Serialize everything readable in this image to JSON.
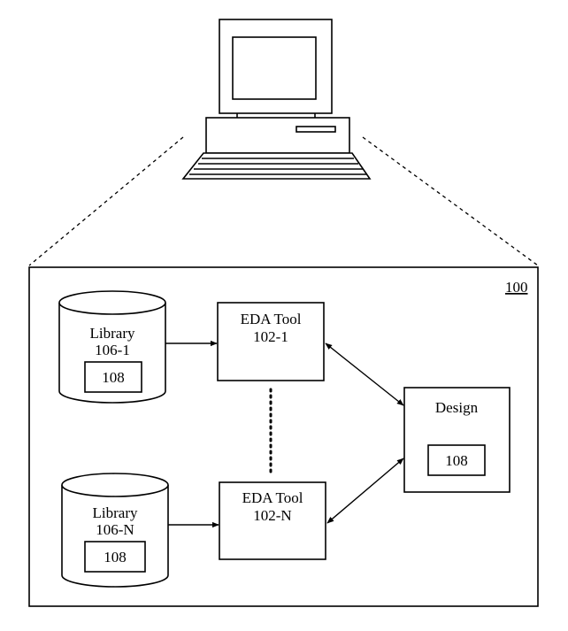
{
  "figure": {
    "system_ref": "100",
    "libraries": [
      {
        "name": "Library",
        "id": "106-1",
        "content": "108"
      },
      {
        "name": "Library",
        "id": "106-N",
        "content": "108"
      }
    ],
    "tools": [
      {
        "name": "EDA Tool",
        "id": "102-1"
      },
      {
        "name": "EDA Tool",
        "id": "102-N"
      }
    ],
    "design": {
      "label": "Design",
      "content": "108"
    }
  }
}
